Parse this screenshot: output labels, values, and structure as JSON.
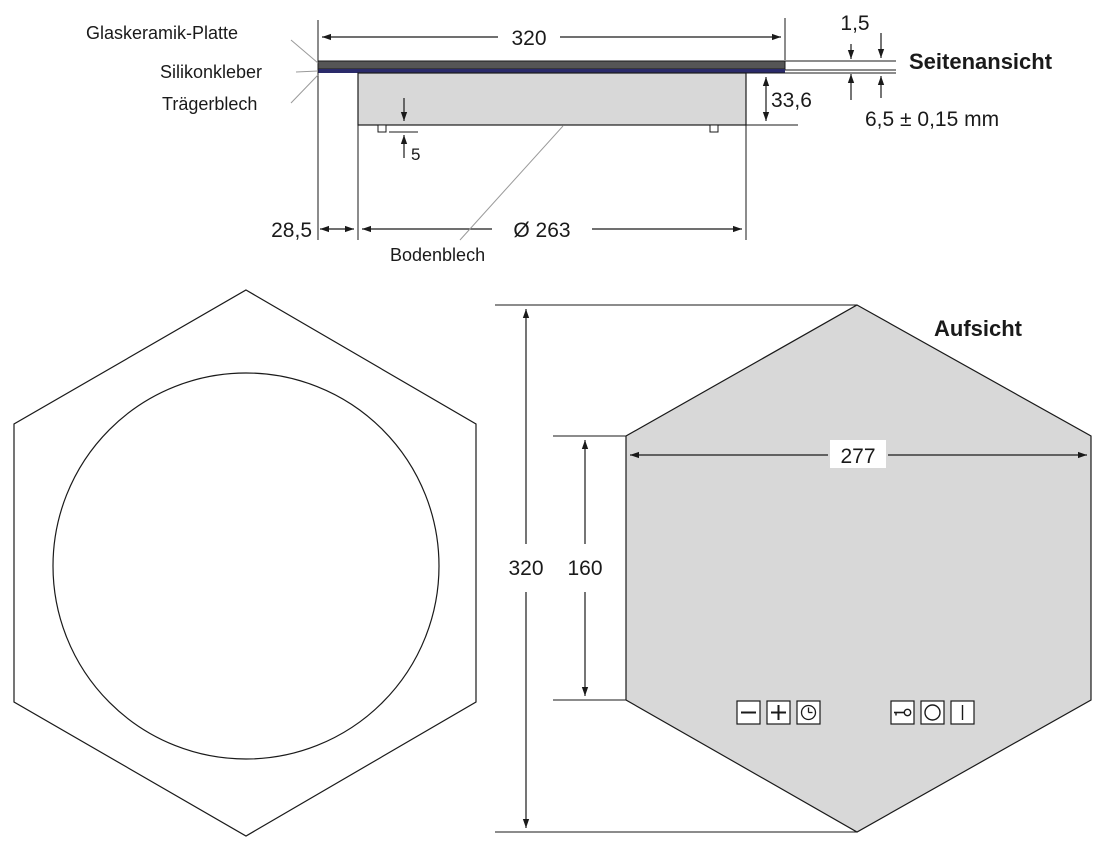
{
  "side_view": {
    "heading": "Seitenansicht",
    "labels": {
      "glass_plate": "Glaskeramik-Platte",
      "silicone_adhesive": "Silikonkleber",
      "carrier_plate": "Trägerblech",
      "bottom_plate": "Bodenblech"
    },
    "dimensions": {
      "width": "320",
      "glass_thickness": "1,5",
      "total_thickness": "6,5 ± 0,15 mm",
      "housing_height": "33,6",
      "foot_height": "5",
      "offset": "28,5",
      "housing_diameter": "Ø 263"
    }
  },
  "top_view": {
    "heading": "Aufsicht",
    "dimensions": {
      "height": "320",
      "side_length": "160",
      "across_flats": "277"
    },
    "controls_left": [
      "minus",
      "plus",
      "timer"
    ],
    "controls_right": [
      "key-lock",
      "circle",
      "on-off"
    ]
  },
  "colors": {
    "plate_fill": "#d8d8d8",
    "glass_layer": "#555555",
    "adhesive_layer": "#2a2a6a",
    "line": "#1a1a1a"
  }
}
